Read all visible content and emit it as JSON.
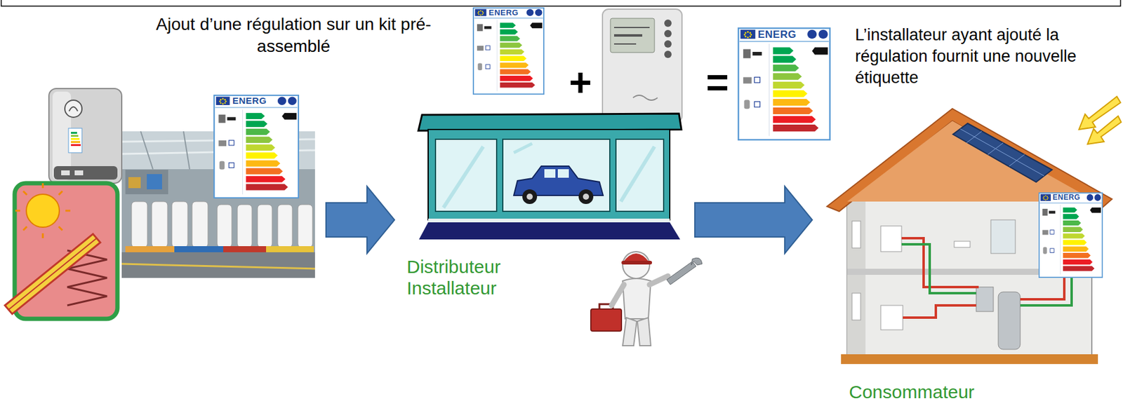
{
  "diagram": {
    "nodes": [
      {
        "text": [
          "ENERG"
        ]
      },
      {
        "text": [
          "Distributeur Installateur"
        ]
      },
      {
        "text": [
          "Consommateur"
        ]
      }
    ],
    "edges": [
      {
        "from": 0,
        "to": 1,
        "arrow": "to"
      },
      {
        "from": 1,
        "to": 2,
        "arrow": "to"
      }
    ],
    "labels": [
      "Ajout d’une régulation sur un kit pré-assemblé",
      "ENERG",
      "+",
      "=",
      "ENERG",
      "L’installateur ayant ajouté la régulation fournit une nouvelle étiquette",
      "ENERG"
    ]
  }
}
